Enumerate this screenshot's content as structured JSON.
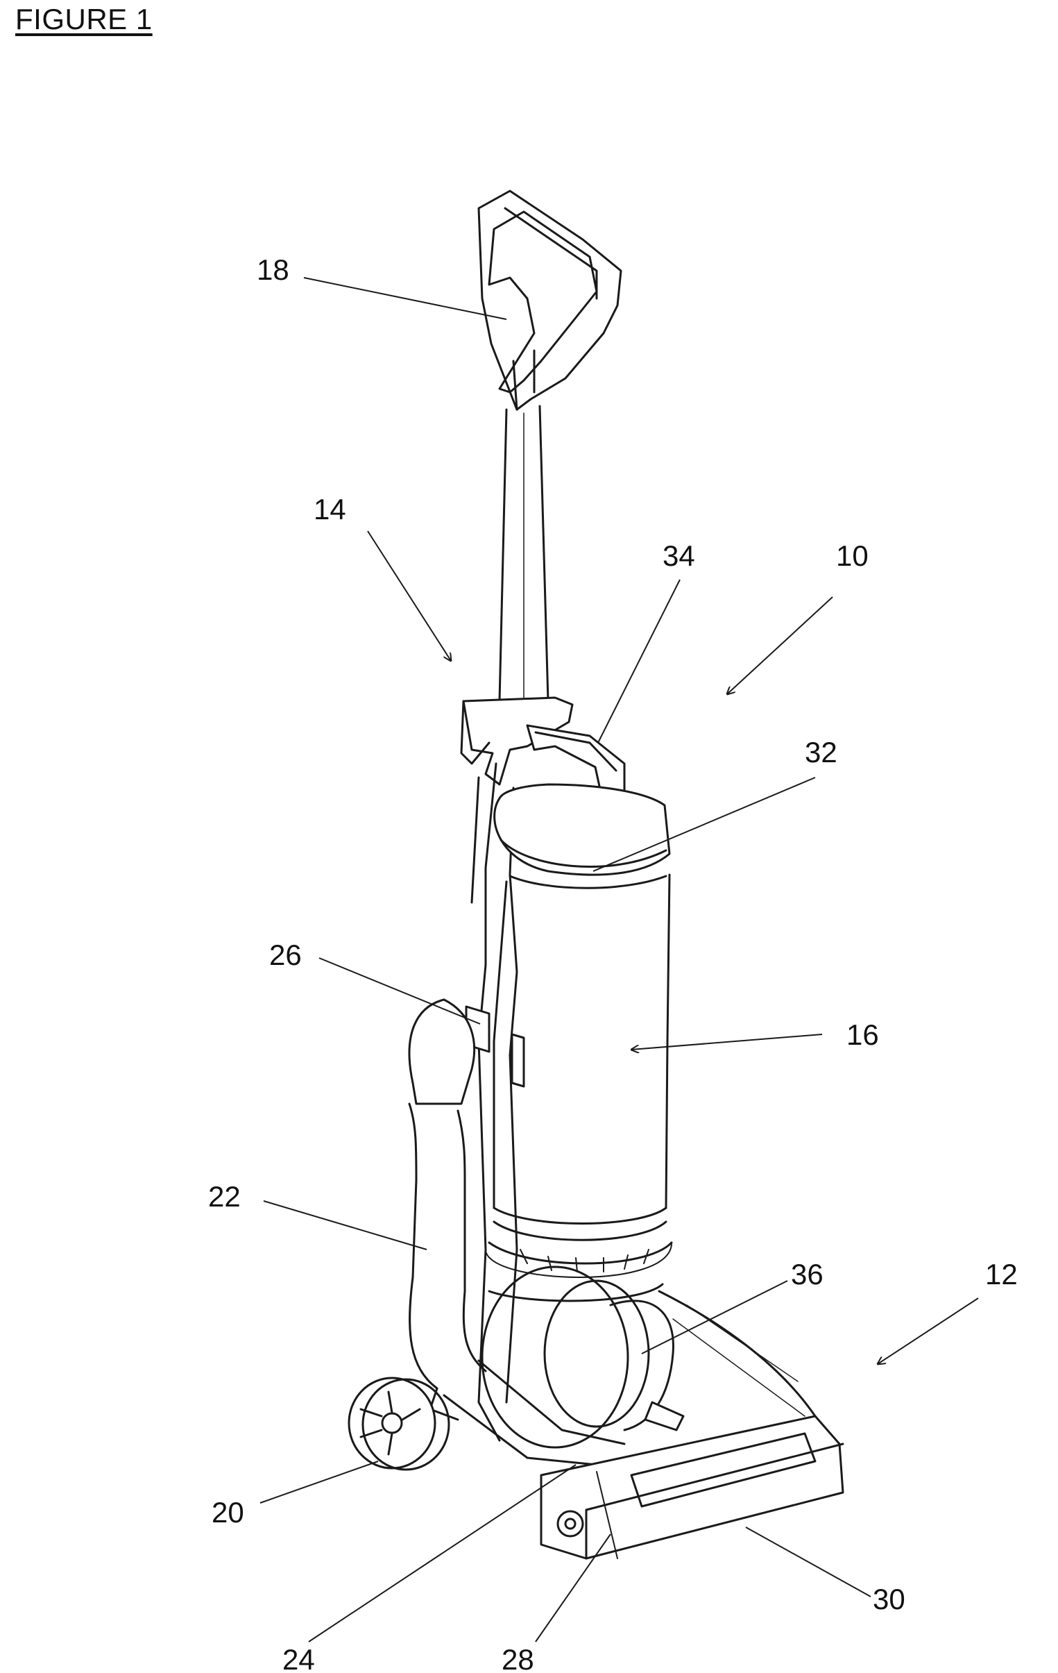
{
  "figure": {
    "title": "FIGURE 1"
  },
  "reference_numerals": {
    "vacuum_cleaner": "10",
    "cleaner_head": "12",
    "main_body": "14",
    "cyclonic_separator": "16",
    "handle_grip": "18",
    "wheel": "20",
    "hose": "22",
    "hose_inlet_end": "24",
    "hose_connector": "26",
    "agitator": "28",
    "cleaner_head_housing": "30",
    "separator_lid": "32",
    "carry_handle": "34",
    "motor_housing": "36"
  },
  "colors": {
    "line": "#1a1a1a",
    "background": "#ffffff"
  }
}
